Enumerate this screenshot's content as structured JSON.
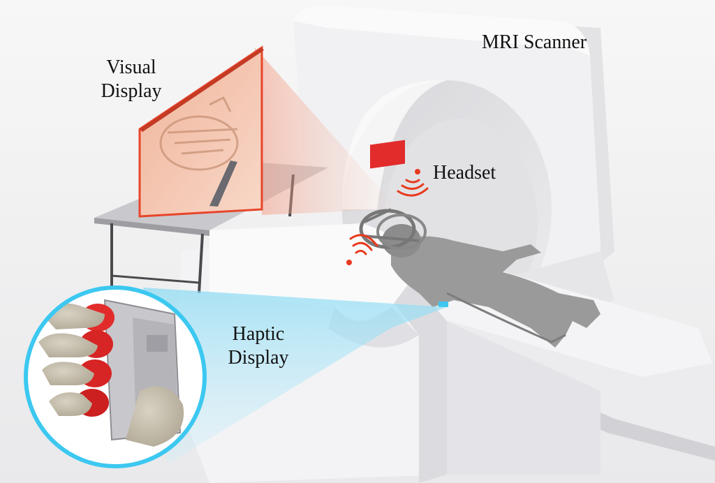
{
  "labels": {
    "mri_scanner": "MRI Scanner",
    "visual_display_line1": "Visual",
    "visual_display_line2": "Display",
    "headset": "Headset",
    "haptic_display_line1": "Haptic",
    "haptic_display_line2": "Display"
  },
  "colors": {
    "accent_red": "#e8452a",
    "signal_red": "#e83a1e",
    "haptic_cyan": "#3cc8f0",
    "scanner_white": "#f1f1f3",
    "scanner_shadow": "#d4d4d8",
    "figure_gray": "#9a9a9a"
  },
  "icons": {
    "headset_signal": "wireless-signal-icon",
    "cable_connector": "connector-icon"
  }
}
